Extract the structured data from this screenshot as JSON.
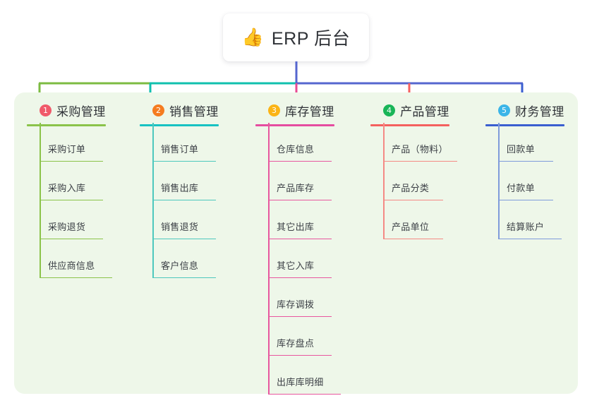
{
  "title": {
    "emoji": "👍",
    "emoji_name": "thumbs-up-icon",
    "text": "ERP 后台"
  },
  "theme": {
    "panel_background": "#eef7e9",
    "page_background": "#ffffff",
    "card_background": "#ffffff",
    "text_color": "#2f3237",
    "item_text_color": "#3c4046"
  },
  "connector_colors": {
    "trunk": "#5566cf",
    "bus_left": "#7cbb42",
    "bus_mid": "#10c0ae",
    "bus_right": "#5566cf",
    "drop_1": "#7cbb42",
    "drop_2": "#10c0ae",
    "drop_3": "#e84b92",
    "drop_4": "#f5605f",
    "drop_5": "#3a5fd0"
  },
  "columns": [
    {
      "number": "1",
      "title": "采购管理",
      "badge_color": "#f05a6a",
      "line_color": "#8bc34a",
      "head_rule_width": 112,
      "spine_color": "#8bc34a",
      "items": [
        {
          "label": "采购订单",
          "rule_width": 90
        },
        {
          "label": "采购入库",
          "rule_width": 90
        },
        {
          "label": "采购退货",
          "rule_width": 90
        },
        {
          "label": "供应商信息",
          "rule_width": 103
        }
      ]
    },
    {
      "number": "2",
      "title": "销售管理",
      "badge_color": "#f57c20",
      "line_color": "#18c2c2",
      "head_rule_width": 112,
      "spine_color": "#4dc8bd",
      "items": [
        {
          "label": "销售订单",
          "rule_width": 90
        },
        {
          "label": "销售出库",
          "rule_width": 90
        },
        {
          "label": "销售退货",
          "rule_width": 90
        },
        {
          "label": "客户信息",
          "rule_width": 90
        }
      ]
    },
    {
      "number": "3",
      "title": "库存管理",
      "badge_color": "#fbb416",
      "line_color": "#e54da0",
      "head_rule_width": 112,
      "spine_color": "#e8579f",
      "items": [
        {
          "label": "仓库信息",
          "rule_width": 90
        },
        {
          "label": "产品库存",
          "rule_width": 90
        },
        {
          "label": "其它出库",
          "rule_width": 90
        },
        {
          "label": "其它入库",
          "rule_width": 90
        },
        {
          "label": "库存调拨",
          "rule_width": 90
        },
        {
          "label": "库存盘点",
          "rule_width": 90
        },
        {
          "label": "出库库明细",
          "rule_width": 103
        }
      ]
    },
    {
      "number": "4",
      "title": "产品管理",
      "badge_color": "#19b558",
      "line_color": "#f4615f",
      "head_rule_width": 112,
      "spine_color": "#f58a85",
      "items": [
        {
          "label": "产品（物料）",
          "rule_width": 105
        },
        {
          "label": "产品分类",
          "rule_width": 85
        },
        {
          "label": "产品单位",
          "rule_width": 85
        }
      ]
    },
    {
      "number": "5",
      "title": "财务管理",
      "badge_color": "#3bb5e8",
      "line_color": "#3a5fd0",
      "head_rule_width": 112,
      "spine_color": "#7f9bdb",
      "items": [
        {
          "label": "回款单",
          "rule_width": 78
        },
        {
          "label": "付款单",
          "rule_width": 78
        },
        {
          "label": "结算账户",
          "rule_width": 90
        }
      ]
    }
  ]
}
